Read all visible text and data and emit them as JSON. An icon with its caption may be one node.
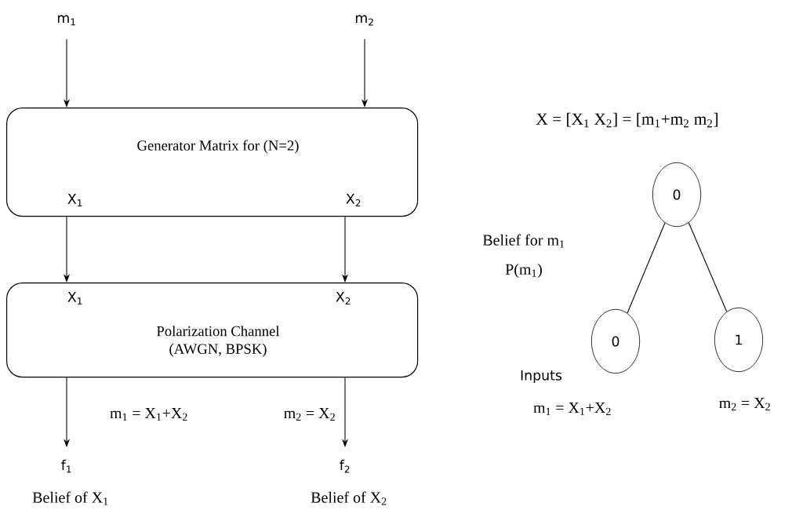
{
  "diagram": {
    "nodes": [
      {
        "text": [
          "m$_{1}$"
        ]
      },
      {
        "text": [
          "m$_{2}$"
        ]
      },
      {
        "text": [
          "Generator Matrix for (N=2)",
          "X$_{1}$",
          "X$_{2}$"
        ]
      },
      {
        "text": [
          "X$_{1}$",
          "Polarization Channel (AWGN, BPSK)",
          "X$_{2}$"
        ]
      },
      {
        "text": [
          "f$_{1}$"
        ],
        "beside": [
          "Belief of X$_{1}$"
        ]
      },
      {
        "text": [
          "f$_{2}$"
        ],
        "beside": [
          "Belief of X$_{2}$"
        ]
      },
      {
        "text": [
          "0"
        ]
      },
      {
        "text": [
          "0"
        ]
      },
      {
        "text": [
          "1"
        ]
      }
    ],
    "edges": [
      {
        "from": 0,
        "to": 2,
        "arrow": "to"
      },
      {
        "from": 1,
        "to": 2,
        "arrow": "to"
      },
      {
        "from": 2,
        "to": 3,
        "arrow": "to"
      },
      {
        "from": 2,
        "to": 3,
        "arrow": "to"
      },
      {
        "from": 3,
        "to": 4,
        "arrow": "to"
      },
      {
        "from": 3,
        "to": 5,
        "arrow": "to"
      },
      {
        "from": 6,
        "to": 7,
        "arrow": "none"
      },
      {
        "from": 6,
        "to": 8,
        "arrow": "none"
      }
    ],
    "labels": [
      "X = [X$_{1}$ X$_{2}$] = [m$_{1}$+m$_{2}$ m$_{2}$]",
      "Belief for m$_{1}$",
      "P(m$_{1}$)",
      "Inputs",
      "m$_{1}$ = X$_{1}$+X$_{2}$",
      "m$_{2}$ = X$_{2}$",
      "m$_{1}$ = X$_{1}$+X$_{2}$",
      "m$_{2}$ = X$_{2}$"
    ]
  }
}
